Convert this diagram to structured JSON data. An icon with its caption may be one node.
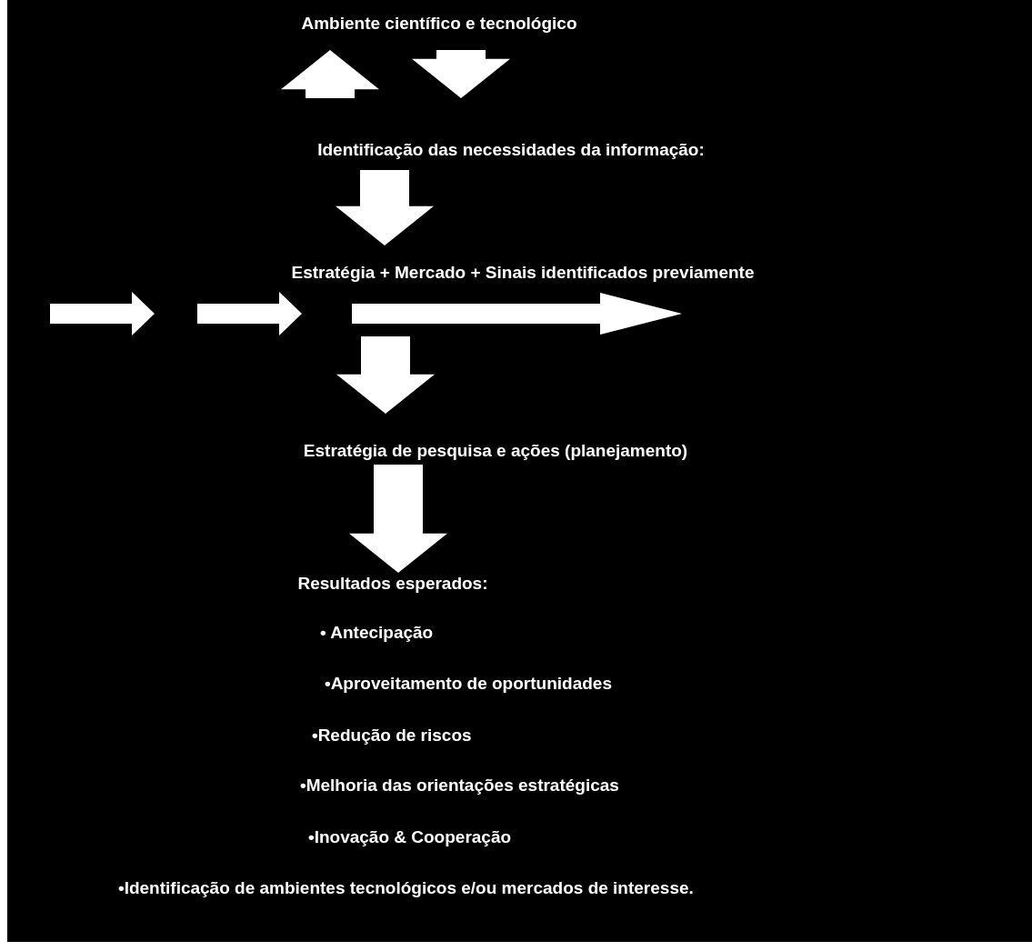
{
  "diagram": {
    "nodes": [
      {
        "text": [
          "Ambiente científico e tecnológico"
        ]
      },
      {
        "text": [
          "Identificação das necessidades da informação:"
        ]
      },
      {
        "text": [
          "Estratégia + Mercado + Sinais identificados previamente"
        ]
      },
      {
        "text": [
          "Estratégia de pesquisa e ações (planejamento)"
        ]
      },
      {
        "text": [
          "Resultados esperados:"
        ]
      }
    ],
    "edges": [
      {
        "from": 1,
        "to": 0,
        "arrow": "to"
      },
      {
        "from": 0,
        "to": 1,
        "arrow": "to"
      },
      {
        "from": 1,
        "to": 2,
        "arrow": "to"
      },
      {
        "from": 2,
        "to": 3,
        "arrow": "to"
      },
      {
        "from": 3,
        "to": 4,
        "arrow": "to"
      }
    ],
    "labels": [
      "• Antecipação",
      "•Aproveitamento de oportunidades",
      "•Redução de riscos",
      "•Melhoria das orientações estratégicas",
      "•Inovação & Cooperação",
      "•Identificação de ambientes tecnológicos e/ou mercados de interesse."
    ]
  }
}
